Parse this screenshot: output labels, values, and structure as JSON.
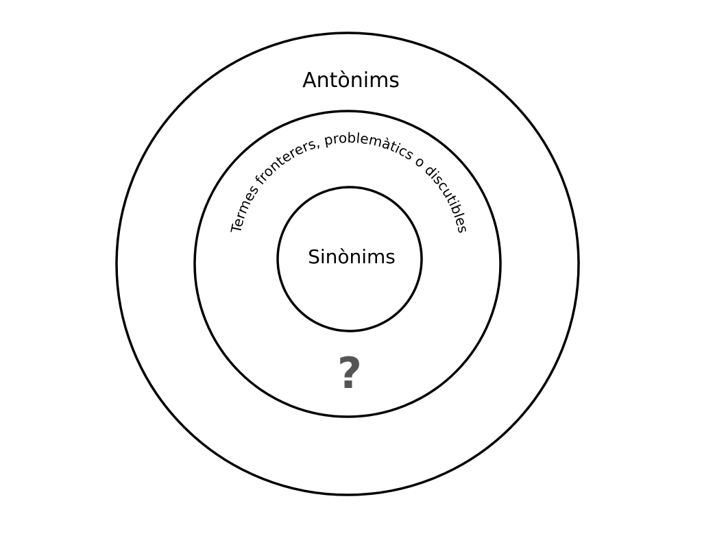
{
  "diagram": {
    "outer_label": "Antònims",
    "middle_label": "Termes fronterers, problemàtics o discutibles",
    "inner_label": "Sinònims",
    "question_mark": "?",
    "colors": {
      "stroke": "#000000",
      "text": "#000000",
      "question_mark": "#555555",
      "background": "#ffffff"
    }
  }
}
